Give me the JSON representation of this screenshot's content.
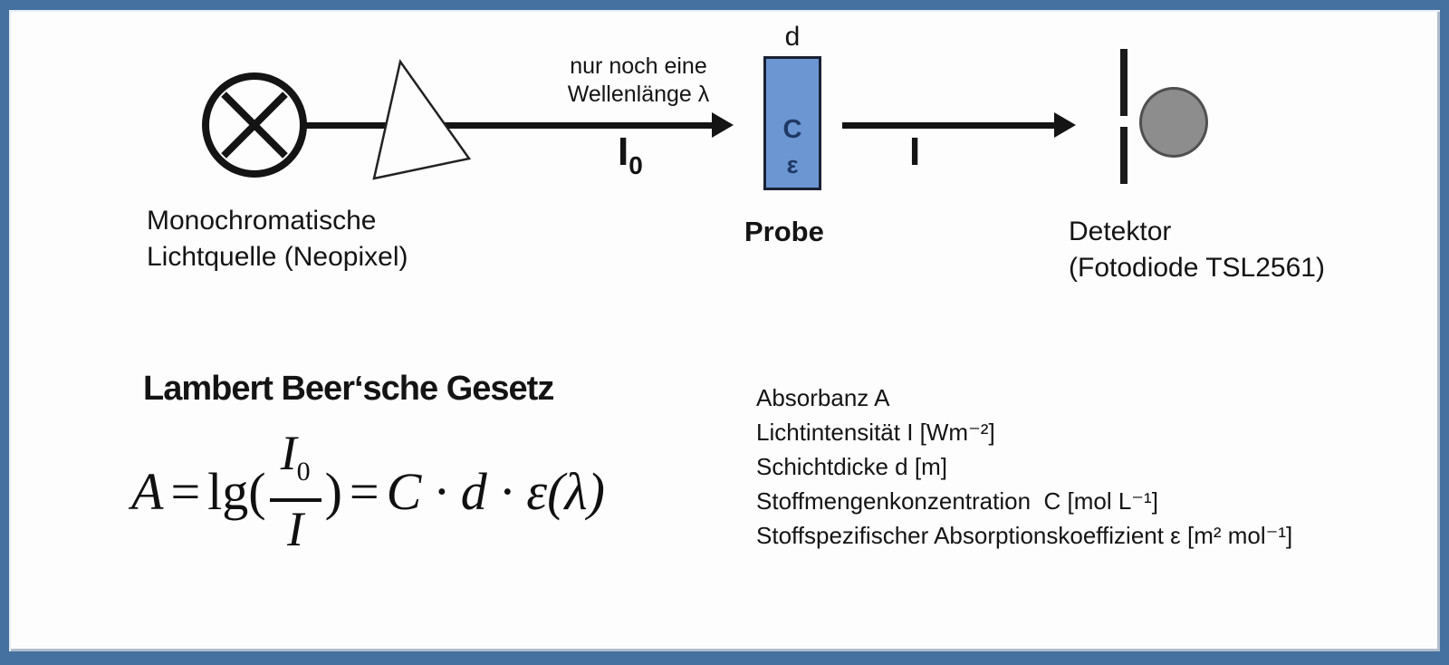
{
  "colors": {
    "frame_border": "#44719F",
    "probe_fill": "#6B96D2",
    "probe_text": "#1F3864",
    "detector_circle": "#8D8D8D",
    "ink": "#141414"
  },
  "diagram": {
    "source": {
      "caption_line1": "Monochromatische",
      "caption_line2": "Lichtquelle (Neopixel)"
    },
    "beam_in": {
      "caption_line1": "nur noch eine",
      "caption_line2": "Wellenlänge λ",
      "symbol_base": "I",
      "symbol_sub": "0"
    },
    "probe": {
      "width_label": "d",
      "concentration_label": "C",
      "epsilon_label": "ε",
      "caption": "Probe"
    },
    "beam_out": {
      "symbol": "I"
    },
    "detector": {
      "caption_line1": "Detektor",
      "caption_line2": "(Fotodiode TSL2561)"
    }
  },
  "law": {
    "title": "Lambert Beer‘sche Gesetz",
    "formula": {
      "lhs": "A",
      "eq1": "=",
      "func_open": "lg(",
      "num_base": "I",
      "num_sub": "0",
      "den": "I",
      "close": ")",
      "eq2": "=",
      "rhs": "C · d · ε(λ)"
    }
  },
  "legend": {
    "items": [
      "Absorbanz A",
      "Lichtintensität I [Wm⁻²]",
      "Schichtdicke d [m]",
      "Stoffmengenkonzentration  C [mol L⁻¹]",
      "Stoffspezifischer Absorptionskoeffizient ε [m² mol⁻¹]"
    ]
  }
}
